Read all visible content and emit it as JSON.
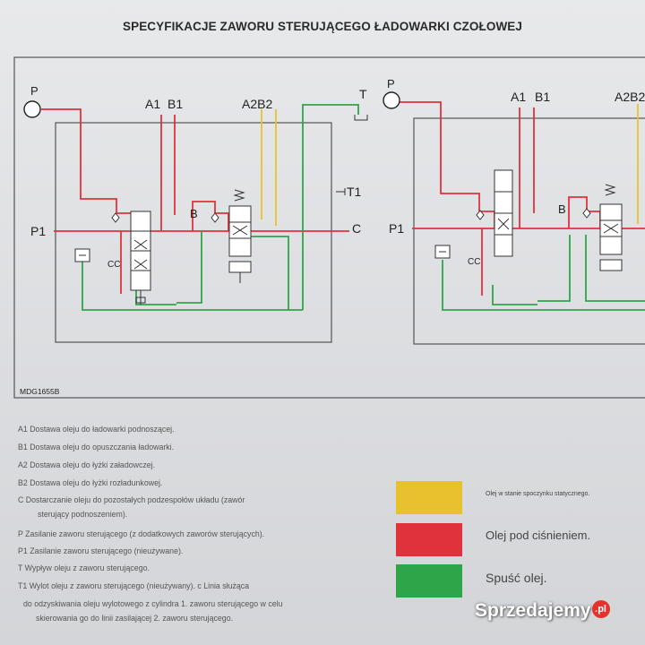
{
  "title": "SPECYFIKACJE ZAWORU STERUJĄCEGO ŁADOWARKI CZOŁOWEJ",
  "figure_code": "MDG1655B",
  "ports": {
    "P": "P",
    "A1": "A1",
    "B1": "B1",
    "A2": "A2",
    "B2": "B2",
    "A2B2": "A2B2",
    "T": "T",
    "T1": "T1",
    "B": "B",
    "C": "C",
    "P1": "P1",
    "CC": "CC"
  },
  "colors": {
    "pressure": "#e0323c",
    "drain": "#2fa54a",
    "static": "#e8c22e",
    "outline": "#444444"
  },
  "legend_lines": [
    "A1 Dostawa oleju do ładowarki podnoszącej.",
    "B1 Dostawa oleju do opuszczania ładowarki.",
    "A2 Dostawa oleju do łyżki załadowczej.",
    "B2 Dostawa oleju do łyżki rozładunkowej.",
    "C Dostarczanie oleju do pozostałych podzespołów układu (zawór",
    "sterujący podnoszeniem).",
    "P Zasilanie zaworu sterującego (z dodatkowych zaworów sterujących).",
    "P1 Zasilanie zaworu sterującego (nieużywane).",
    "T Wypływ oleju z zaworu sterującego.",
    "T1 Wylot oleju z zaworu sterującego (nieużywany). c Linia służąca",
    "do odzyskiwania oleju wylotowego z cylindra 1. zaworu sterującego w celu",
    "skierowania go do linii zasilającej 2. zaworu sterującego."
  ],
  "color_legend": [
    {
      "label": "Olej w stanie spoczynku statycznego.",
      "color": "#e8c22e"
    },
    {
      "label": "Olej pod ciśnieniem.",
      "color": "#e0323c"
    },
    {
      "label": "Spuść olej.",
      "color": "#2fa54a"
    }
  ],
  "watermark": {
    "text": "Sprzedajemy",
    "badge": ".pl"
  }
}
